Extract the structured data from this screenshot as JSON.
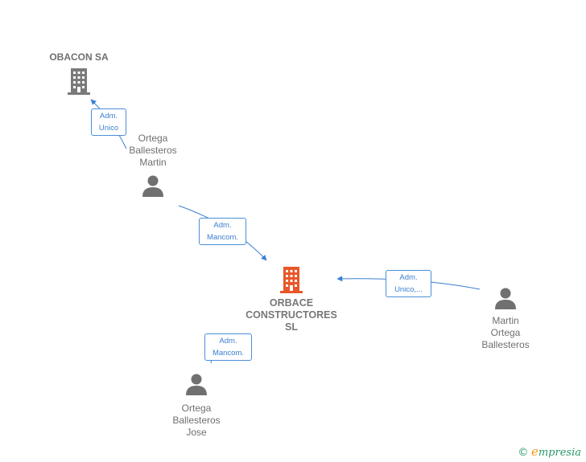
{
  "nodes": {
    "obacon": {
      "label": "OBACON SA"
    },
    "orbace": {
      "label": "ORBACE\nCONSTRUCTORES\nSL"
    },
    "ortega_martin": {
      "label": "Ortega\nBallesteros\nMartin"
    },
    "martin_ortega": {
      "label": "Martin\nOrtega\nBallesteros"
    },
    "ortega_jose": {
      "label": "Ortega\nBallesteros\nJose"
    }
  },
  "edges": {
    "e1": {
      "label": "Adm.\nUnico"
    },
    "e2": {
      "label": "Adm.\nMancom."
    },
    "e3": {
      "label": "Adm.\nUnico,..."
    },
    "e4": {
      "label": "Adm.\nMancom."
    }
  },
  "colors": {
    "edge": "#3b7fcf",
    "company_gray": "#7a7a7a",
    "company_main": "#e8572a",
    "person": "#707070"
  },
  "brand": {
    "copyright": "©",
    "e": "e",
    "rest": "mpresia"
  }
}
